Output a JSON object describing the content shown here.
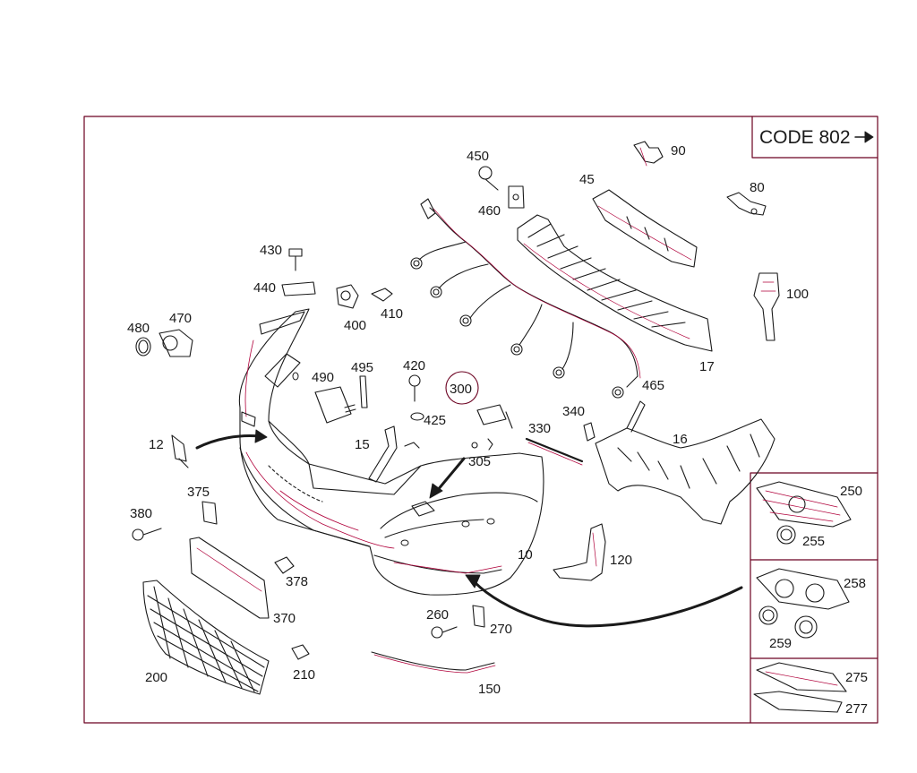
{
  "code_box": {
    "label": "CODE 802"
  },
  "parts": {
    "p10": "10",
    "p12": "12",
    "p15": "15",
    "p16": "16",
    "p17": "17",
    "p45": "45",
    "p80": "80",
    "p90": "90",
    "p100": "100",
    "p120": "120",
    "p150": "150",
    "p200": "200",
    "p210": "210",
    "p250": "250",
    "p255": "255",
    "p258": "258",
    "p259": "259",
    "p260": "260",
    "p270": "270",
    "p275": "275",
    "p277": "277",
    "p300": "300",
    "p305": "305",
    "p330": "330",
    "p340": "340",
    "p370": "370",
    "p375": "375",
    "p378": "378",
    "p380": "380",
    "p400": "400",
    "p410": "410",
    "p420": "420",
    "p425": "425",
    "p430": "430",
    "p440": "440",
    "p450": "450",
    "p460": "460",
    "p465": "465",
    "p470": "470",
    "p480": "480",
    "p490": "490",
    "p495": "495"
  },
  "colors": {
    "line": "#1a1a1a",
    "accent": "#b0003a",
    "frame": "#6b0020"
  }
}
